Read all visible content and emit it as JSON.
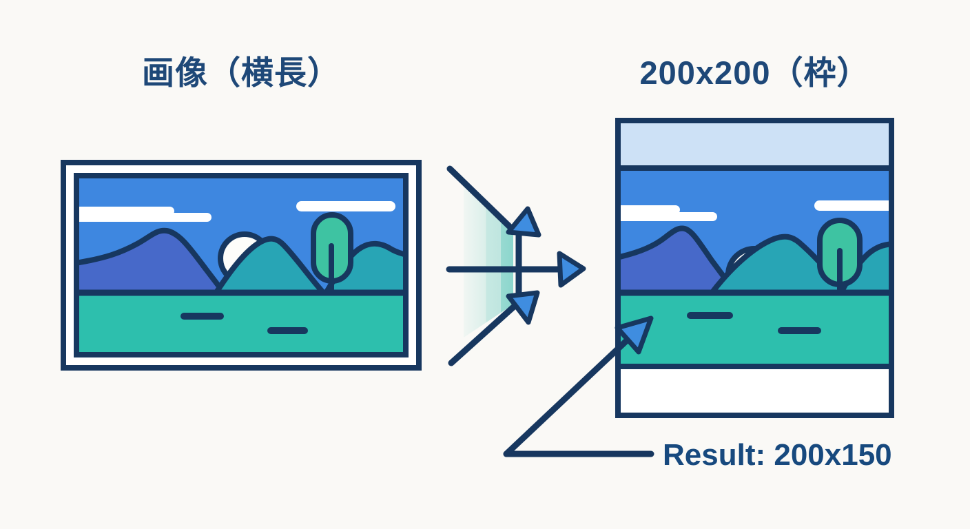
{
  "page": {
    "background_color": "#faf9f6",
    "description_texts": {
      "source_title": "画像（横長）",
      "target_title": "200x200（枠）",
      "result_label": "Result: 200x150"
    }
  },
  "source_panel": {
    "title": "画像（横長）"
  },
  "target_panel": {
    "title": "200x200（枠）"
  },
  "result": {
    "label": "Result: 200x150"
  },
  "colors": {
    "outline_navy": "#17375f",
    "title_navy": "#1e4878",
    "sky_blue": "#3e87e0",
    "mountain_indigo": "#4769c9",
    "mountain_teal": "#28a5b5",
    "tree_green": "#3ec3a2",
    "ground_teal": "#2dbfad",
    "sun_white": "#fdfdfa",
    "cloud_white": "#ffffff",
    "letterbox_top_blue": "#cde1f6",
    "letterbox_bottom_white": "#ffffff",
    "arrow_fill_blue": "#3f8de0",
    "fade_wedge_teal": "#8fd6cd"
  },
  "icons": {
    "fit_arrows": "converging-resize-arrows-icon",
    "result_pointer": "result-arrow-icon",
    "landscape_elements": [
      "cloud-icon",
      "sun-icon",
      "mountain-icon",
      "tree-icon",
      "water-dash"
    ]
  }
}
